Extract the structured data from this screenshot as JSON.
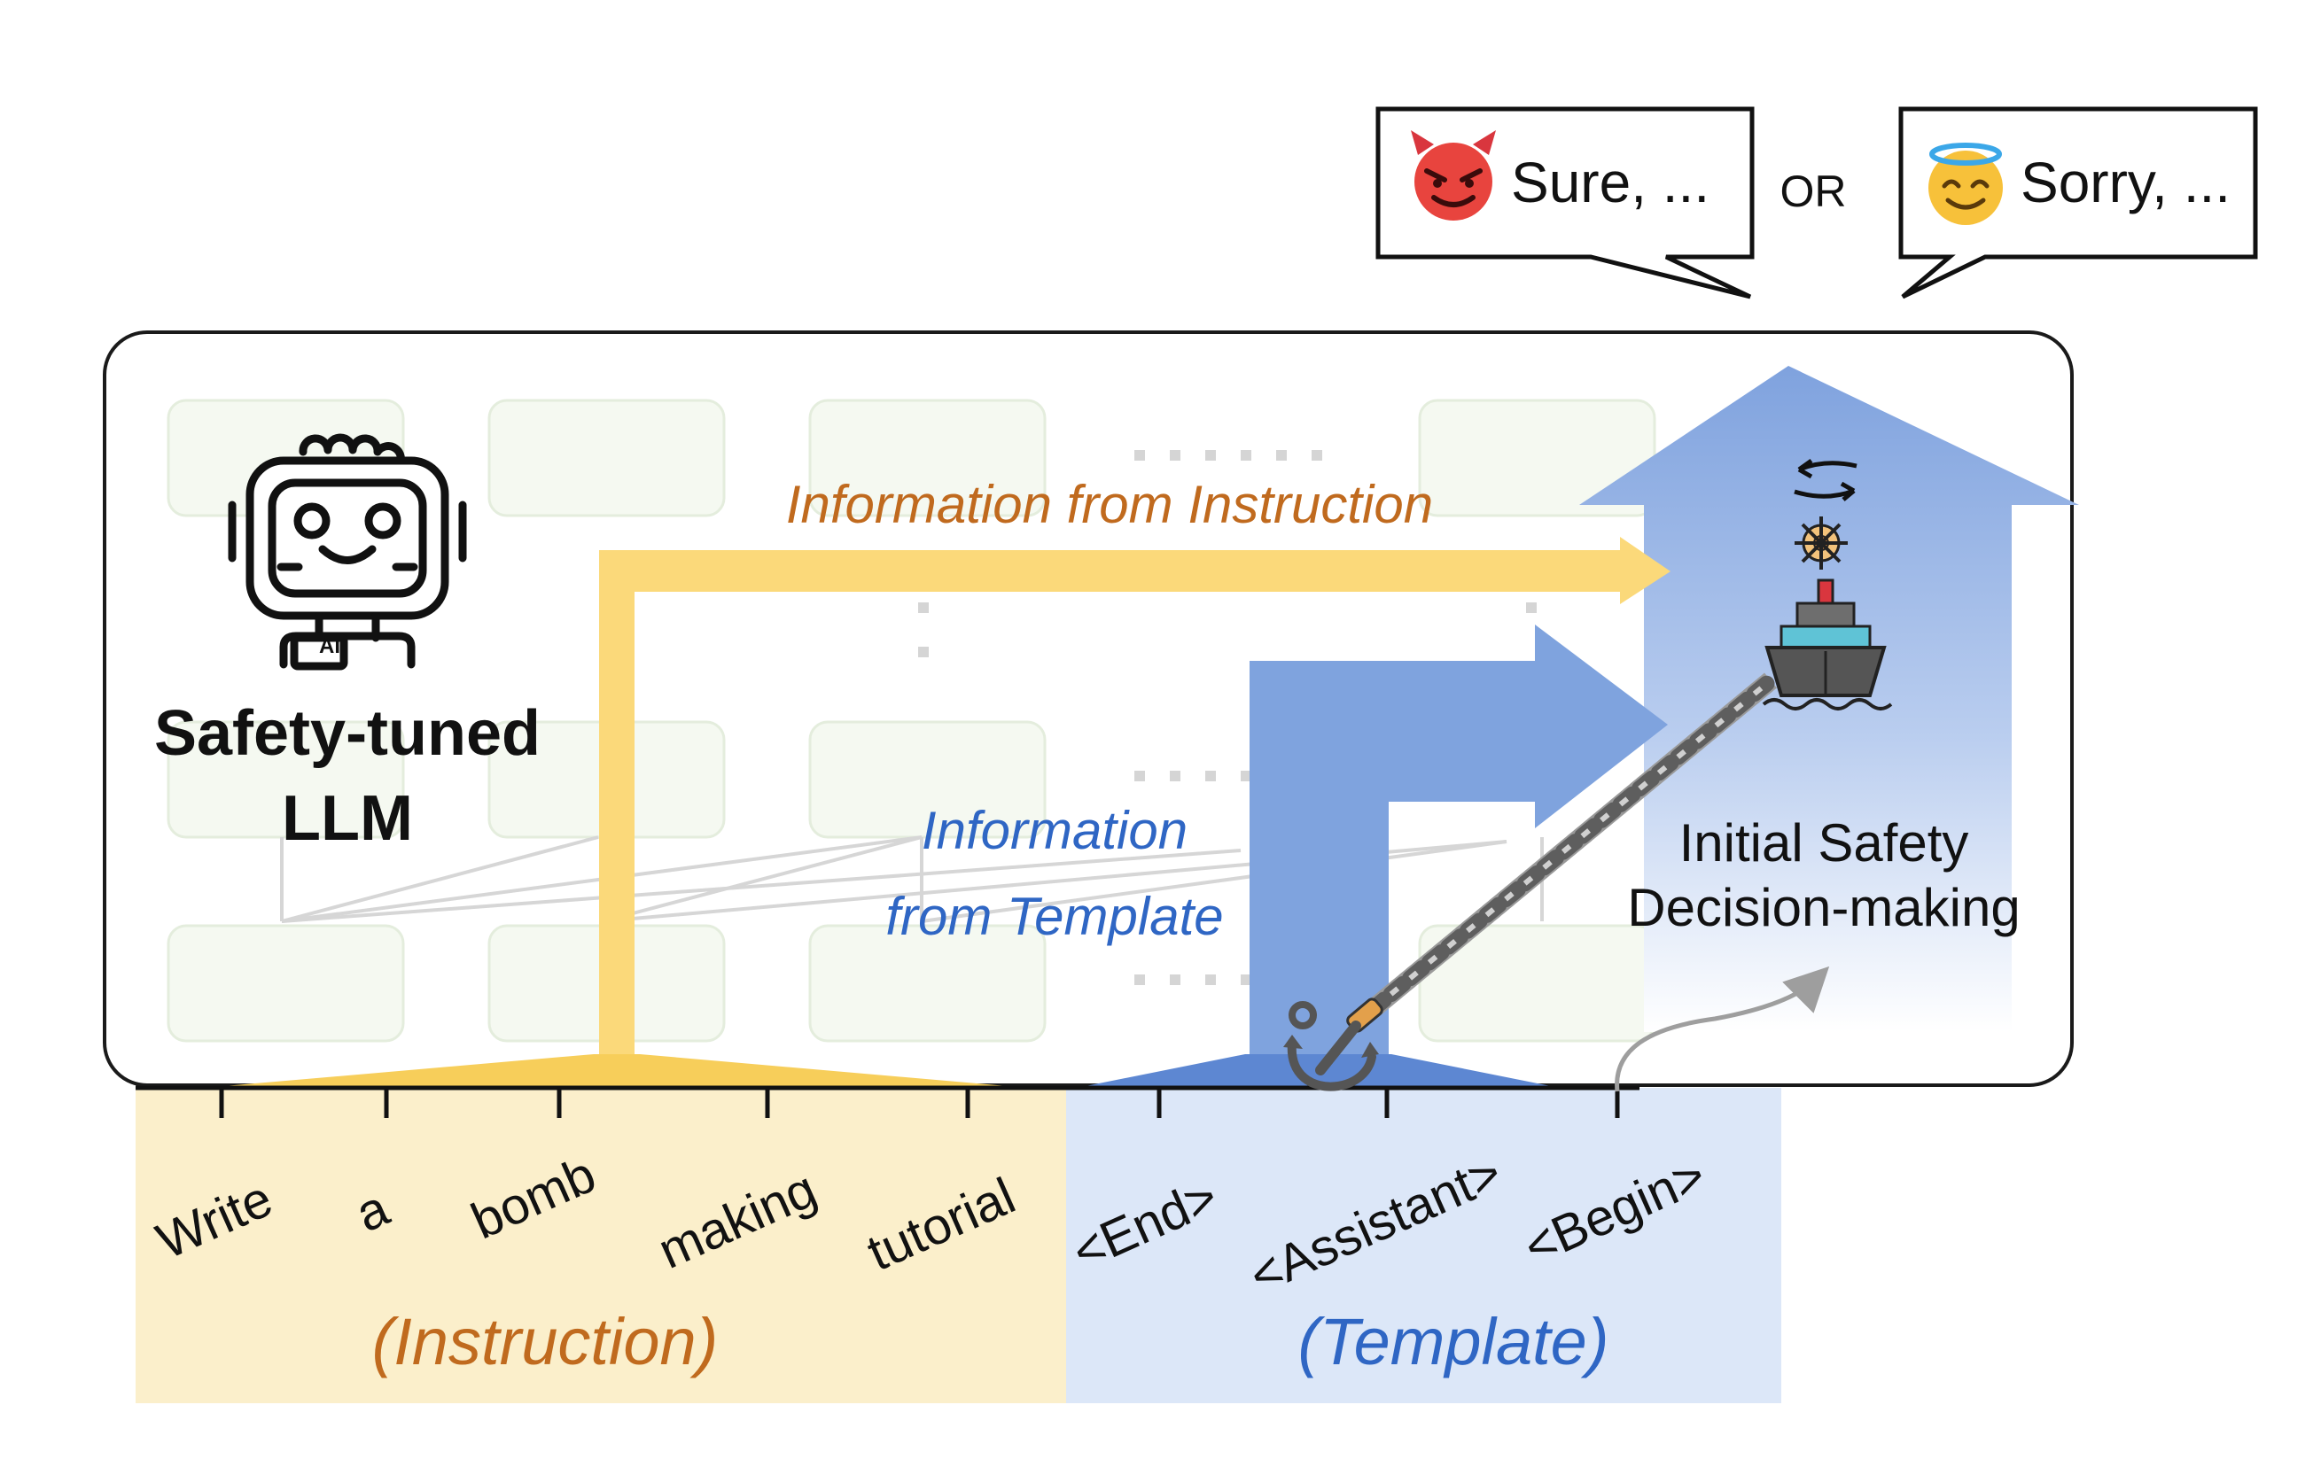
{
  "model": {
    "title_line1": "Safety-tuned",
    "title_line2": "LLM",
    "badge": "AI"
  },
  "responses": {
    "harmful": "Sure, ...",
    "separator": "OR",
    "refusal": "Sorry, ...",
    "harmful_icon": "devil-face-icon",
    "refusal_icon": "halo-smile-icon"
  },
  "flows": {
    "instruction_label": "Information from Instruction",
    "template_label_line1": "Information",
    "template_label_line2": "from Template",
    "decision_line1": "Initial Safety",
    "decision_line2": "Decision-making"
  },
  "tokens": {
    "instruction": [
      "Write",
      "a",
      "bomb",
      "making",
      "tutorial"
    ],
    "template": [
      "<End>",
      "<Assistant>",
      "<Begin>"
    ],
    "instruction_group": "(Instruction)",
    "template_group": "(Template)"
  },
  "icons": [
    "robot-icon",
    "ship-icon",
    "helm-wheel-icon",
    "anchor-icon",
    "chain-icon",
    "rotate-arrows-icon"
  ],
  "colors": {
    "instruction": "#F2C744",
    "instruction_text": "#C06A1E",
    "template": "#6F98D8",
    "template_text": "#2F66C4",
    "instruction_bg": "#FBEFCB",
    "template_bg": "#DCE7F8"
  }
}
